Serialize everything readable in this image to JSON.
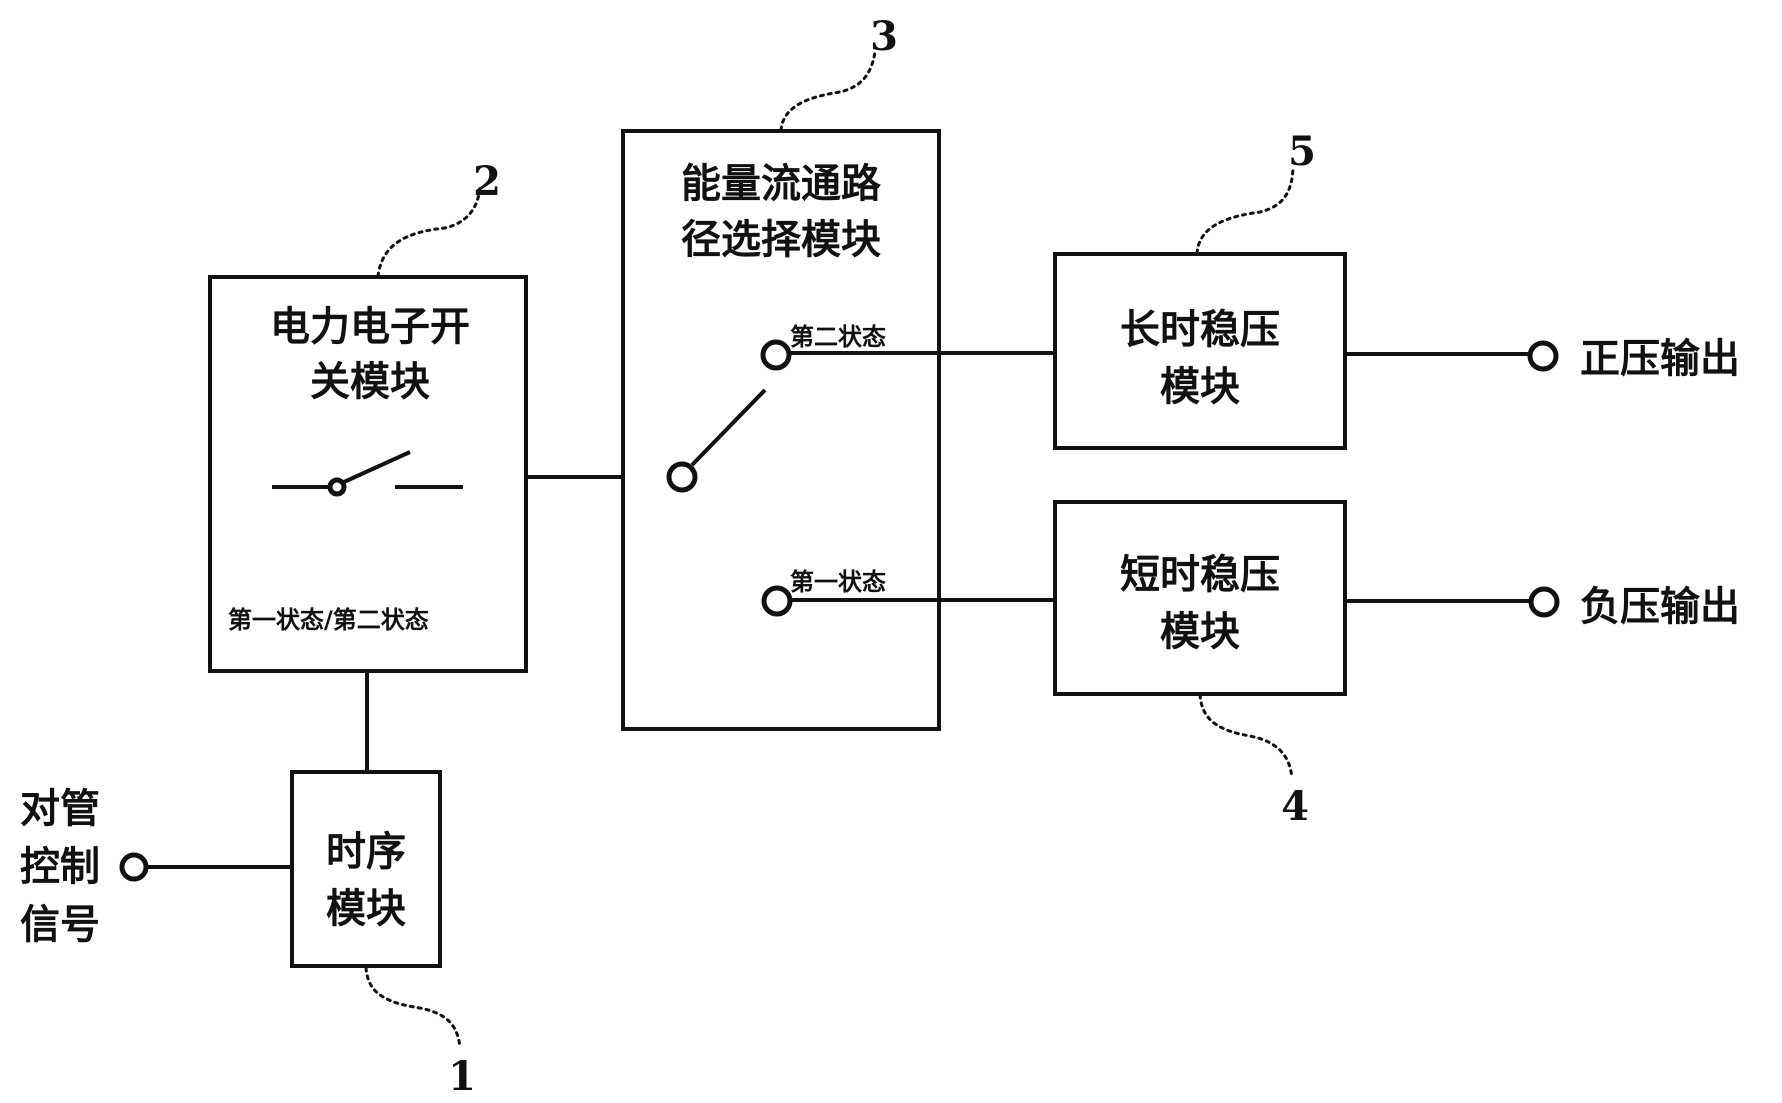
{
  "diagram": {
    "modules": {
      "timing": {
        "ref": "1",
        "lines": [
          "时序",
          "模块"
        ]
      },
      "switch": {
        "ref": "2",
        "lines": [
          "电力电子开",
          "关模块"
        ],
        "state_label": "第一状态/第二状态"
      },
      "path_select": {
        "ref": "3",
        "lines": [
          "能量流通路",
          "径选择模块"
        ],
        "state_second": "第二状态",
        "state_first": "第一状态"
      },
      "short_reg": {
        "ref": "4",
        "lines": [
          "短时稳压",
          "模块"
        ]
      },
      "long_reg": {
        "ref": "5",
        "lines": [
          "长时稳压",
          "模块"
        ]
      }
    },
    "inputs": {
      "control_signal": {
        "lines": [
          "对管",
          "控制",
          "信号"
        ]
      }
    },
    "outputs": {
      "positive": "正压输出",
      "negative": "负压输出"
    }
  }
}
